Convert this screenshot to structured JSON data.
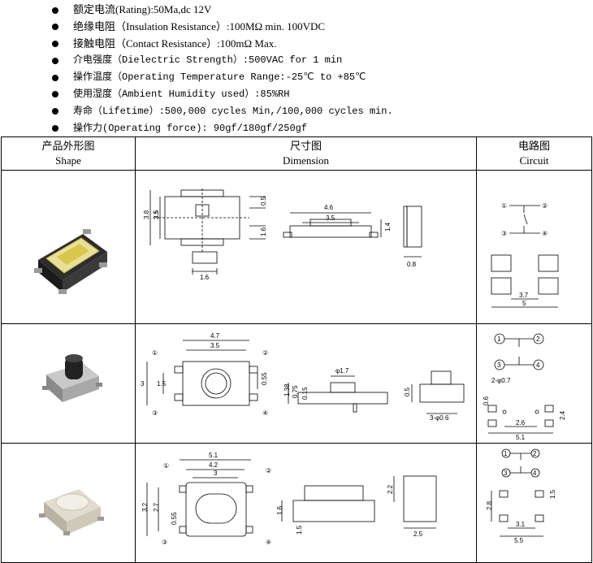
{
  "specs": [
    "额定电流(Rating):50Ma,dc 12V",
    "绝缘电阻（Insulation Resistance）:100MΩ  min. 100VDC",
    "接触电阻（Contact Resistance）:100mΩ  Max.",
    "介电强度（Dielectric Strength）:500VAC for 1 min",
    "操作温度（Operating Temperature Range:-25℃ to +85℃",
    "使用湿度（Ambient Humidity used）:85%RH",
    "寿命（Lifetime）:500,000 cycles Min,/100,000 cycles min.",
    "操作力(Operating force): 90gf/180gf/250gf"
  ],
  "table": {
    "headers": [
      {
        "zh": "产品外形图",
        "en": "Shape"
      },
      {
        "zh": "尺寸图",
        "en": "Dimension"
      },
      {
        "zh": "电路图",
        "en": "Circuit"
      }
    ]
  },
  "row1": {
    "dims": {
      "a": "3.8",
      "b": "3.5",
      "c": "0.5",
      "d": "1.6",
      "e": "1.6",
      "f": "4.6",
      "g": "3.5",
      "h": "1.4",
      "i": "0.8"
    },
    "circuit": {
      "p1": "①",
      "p2": "②",
      "p3": "③",
      "p4": "④",
      "w1": "3.7",
      "w2": "5"
    }
  },
  "row2": {
    "dims": {
      "a": "4.7",
      "b": "3.5",
      "c": "3",
      "d": "1.5",
      "e": "0.55",
      "f": "φ1.7",
      "g": "1.38",
      "h": "0.75",
      "i": "0.15",
      "j": "0.5",
      "k": "3-φ0.6"
    },
    "labels": {
      "p1": "①",
      "p2": "②",
      "p3": "③",
      "p4": "④"
    },
    "circuit": {
      "p1": "1",
      "p2": "2",
      "p3": "3",
      "p4": "4",
      "h1": "2-φ0.7",
      "v1": "0.6",
      "w1": "2.6",
      "w2": "5.1",
      "v2": "2.4"
    }
  },
  "row3": {
    "dims": {
      "a": "5.1",
      "b": "4.2",
      "c": "3",
      "d": "3.2",
      "e": "2.7",
      "f": "0.55",
      "g": "1.6",
      "h": "1.5",
      "i": "2.2",
      "j": "2.5"
    },
    "labels": {
      "p1": "①",
      "p2": "②",
      "p3": "③",
      "p4": "④"
    },
    "circuit": {
      "p1": "1",
      "p2": "2",
      "p3": "3",
      "p4": "4",
      "v1": "1.5",
      "v2": "2.8",
      "w1": "3.1",
      "w2": "5.5"
    }
  }
}
